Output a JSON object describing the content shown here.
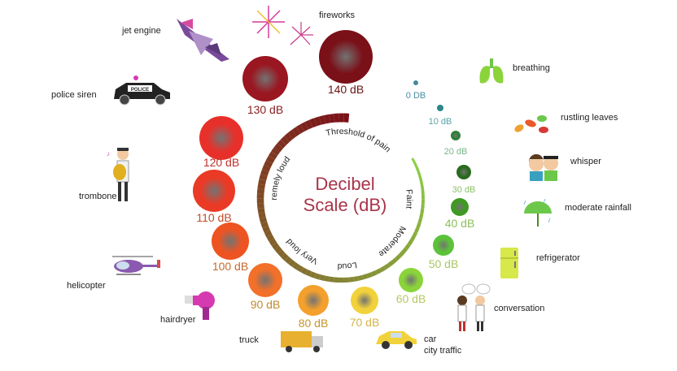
{
  "title": {
    "line1": "Decibel",
    "line2": "Scale (dB)"
  },
  "ring_labels": {
    "threshold": "Threshold of pain",
    "extremely_loud": "Extremely loud",
    "very_loud": "Very loud",
    "loud": "Loud",
    "moderate": "Moderate",
    "faint": "Faint"
  },
  "levels": [
    {
      "label": "0 DB",
      "value": 0,
      "color": "#3d8fa0",
      "text_color": "#4a8fa6"
    },
    {
      "label": "10 dB",
      "value": 10,
      "color": "#1d8a8a",
      "text_color": "#5aa3a8"
    },
    {
      "label": "20 dB",
      "value": 20,
      "color": "#2f7f3a",
      "text_color": "#7ab58a"
    },
    {
      "label": "30 dB",
      "value": 30,
      "color": "#2a6a1e",
      "text_color": "#8cc06a"
    },
    {
      "label": "40 dB",
      "value": 40,
      "color": "#3e9a22",
      "text_color": "#8cc05a"
    },
    {
      "label": "50 dB",
      "value": 50,
      "color": "#5cc23a",
      "text_color": "#a8c860"
    },
    {
      "label": "60 dB",
      "value": 60,
      "color": "#8ad43a",
      "text_color": "#b8c860"
    },
    {
      "label": "70 dB",
      "value": 70,
      "color": "#f2d23a",
      "text_color": "#d4b44a"
    },
    {
      "label": "80 dB",
      "value": 80,
      "color": "#f4a02c",
      "text_color": "#c8962e"
    },
    {
      "label": "90 dB",
      "value": 90,
      "color": "#f2702a",
      "text_color": "#c08a2e"
    },
    {
      "label": "100 dB",
      "value": 100,
      "color": "#ee5422",
      "text_color": "#c66a2e"
    },
    {
      "label": "110 dB",
      "value": 110,
      "color": "#ea3a26",
      "text_color": "#c24a2a"
    },
    {
      "label": "120 dB",
      "value": 120,
      "color": "#e8302a",
      "text_color": "#c0302a"
    },
    {
      "label": "130 dB",
      "value": 130,
      "color": "#9a1620",
      "text_color": "#8a1e1e"
    },
    {
      "label": "140 dB",
      "value": 140,
      "color": "#7a1018",
      "text_color": "#6a1616"
    }
  ],
  "sources": {
    "fireworks": "fireworks",
    "jet_engine": "jet engine",
    "police_siren": "police siren",
    "police_sign": "POLICE",
    "trombone": "trombone",
    "helicopter": "helicopter",
    "hairdryer": "hairdryer",
    "truck": "truck",
    "car": "car",
    "city_traffic": "city traffic",
    "conversation": "conversation",
    "refrigerator": "refrigerator",
    "moderate_rainfall": "moderate rainfall",
    "whisper": "whisper",
    "rustling_leaves": "rustling leaves",
    "breathing": "breathing"
  }
}
